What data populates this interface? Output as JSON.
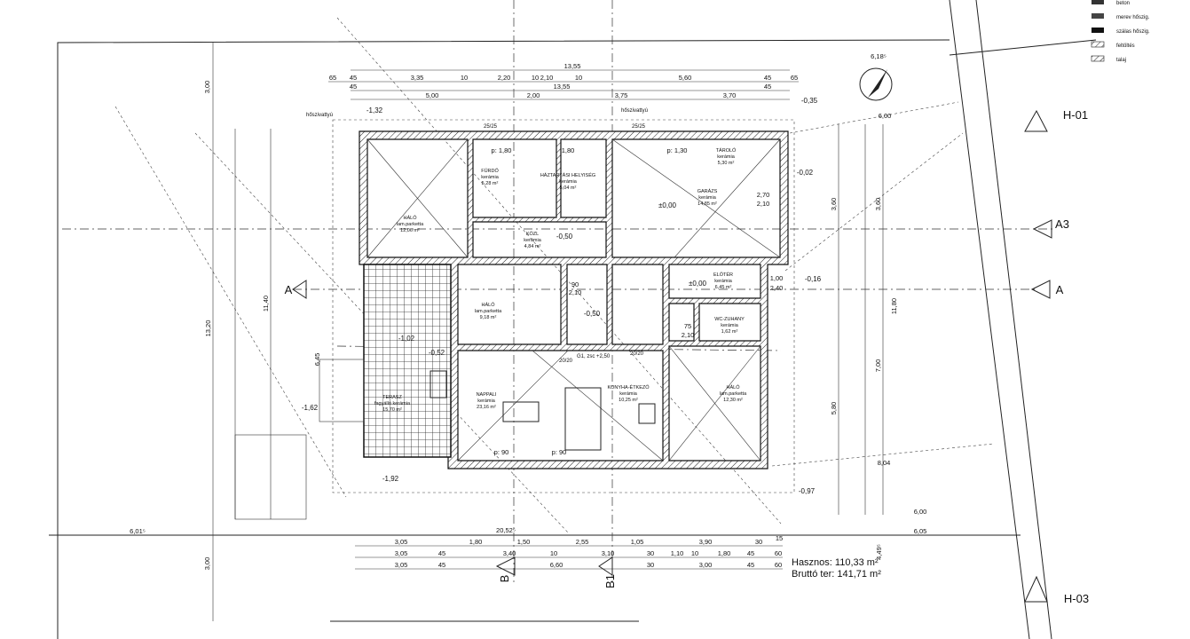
{
  "legend": [
    {
      "label": "beton",
      "icon": "beton-swatch"
    },
    {
      "label": "merev hőszig.",
      "icon": "rigid-insulation-swatch"
    },
    {
      "label": "szálas hőszig.",
      "icon": "fiber-insulation-swatch"
    },
    {
      "label": "feltöltés",
      "icon": "fill-swatch"
    },
    {
      "label": "talaj",
      "icon": "soil-swatch"
    }
  ],
  "rooms": [
    {
      "name": "HÁLÓ",
      "floor": "lam.parketta",
      "area": "12,06 m²"
    },
    {
      "name": "FÜRDŐ",
      "floor": "kerámia",
      "area": "5,28 m²"
    },
    {
      "name": "HÁZTARTÁSI HELYISÉG",
      "floor": "kerámia",
      "area": "5,04 m²"
    },
    {
      "name": "KÖZL",
      "floor": "kerámia",
      "area": "4,84 m²"
    },
    {
      "name": "GARÁZS",
      "floor": "kerámia",
      "area": "14,85 m²"
    },
    {
      "name": "TÁROLÓ",
      "floor": "kerámia",
      "area": "5,30 m²"
    },
    {
      "name": "HÁLÓ",
      "floor": "lam.parketta",
      "area": "9,18 m²"
    },
    {
      "name": "ELŐTÉR",
      "floor": "kerámia",
      "area": "6,45 m²"
    },
    {
      "name": "WC-ZUHANY",
      "floor": "kerámia",
      "area": "1,62 m²"
    },
    {
      "name": "NAPPALI",
      "floor": "kerámia",
      "area": "23,16 m²"
    },
    {
      "name": "KONYHA-ÉTKEZŐ",
      "floor": "kerámia",
      "area": "10,25 m²"
    },
    {
      "name": "HÁLÓ",
      "floor": "lam.parketta",
      "area": "12,30 m²"
    },
    {
      "name": "TERASZ",
      "floor": "fagyálló kerámia",
      "area": "15,70 m²"
    }
  ],
  "dims_top": {
    "r1": [
      "13,55"
    ],
    "r2": [
      "65",
      "45",
      "3,35",
      "10",
      "2,20",
      "10",
      "2,10",
      "10",
      "5,60",
      "45",
      "65"
    ],
    "r3": [
      "13,55",
      "45",
      "45"
    ],
    "r4": [
      "5,00",
      "2,00",
      "3,75",
      "3,70"
    ]
  },
  "dims_bottom": {
    "r1": [
      "3,05",
      "1,80",
      "1,50",
      "2,55",
      "1,05",
      "3,90",
      "30",
      "15"
    ],
    "r2": [
      "3,05",
      "45",
      "3,40",
      "10",
      "3,10",
      "30",
      "1,10",
      "10",
      "1,80",
      "45",
      "60"
    ],
    "r3": [
      "3,05",
      "45",
      "6,60",
      "30",
      "3,00",
      "45",
      "60"
    ]
  },
  "dims_side": [
    "3,00",
    "11,40",
    "13,20",
    "6,45",
    "3,00",
    "3,60",
    "3,60",
    "11,80",
    "7,00",
    "5,80"
  ],
  "openings": [
    "p: 1,80",
    "1,80",
    "p: 1,30",
    "90",
    "2,10",
    "2,70",
    "2,10",
    "1,00",
    "2,40",
    "75",
    "2,10",
    "p: 90",
    "p: 90"
  ],
  "site_dims": [
    "6,18⁵",
    "6,00",
    "8,04",
    "6,00",
    "6,05",
    "4,49⁵",
    "20,52⁵",
    "6,01⁵"
  ],
  "elevations": [
    "-1,32",
    "-0,35",
    "-0,02",
    "±0,00",
    "-0,50",
    "-0,50",
    "±0,00",
    "-0,16",
    "-1,02",
    "-0,52",
    "-1,62",
    "-1,92",
    "-0,97"
  ],
  "sections": [
    "H-01",
    "A3",
    "A",
    "A",
    "H-03",
    "B",
    "B1"
  ],
  "notes": [
    "hőszivattyú",
    "hőszivattyú",
    "25/25",
    "25/25",
    "20/20",
    "20/20",
    "G1, zsc +2,50"
  ],
  "summary": {
    "useful": "Hasznos: 110,33 m²",
    "gross": "Bruttó ter: 141,71 m²"
  }
}
